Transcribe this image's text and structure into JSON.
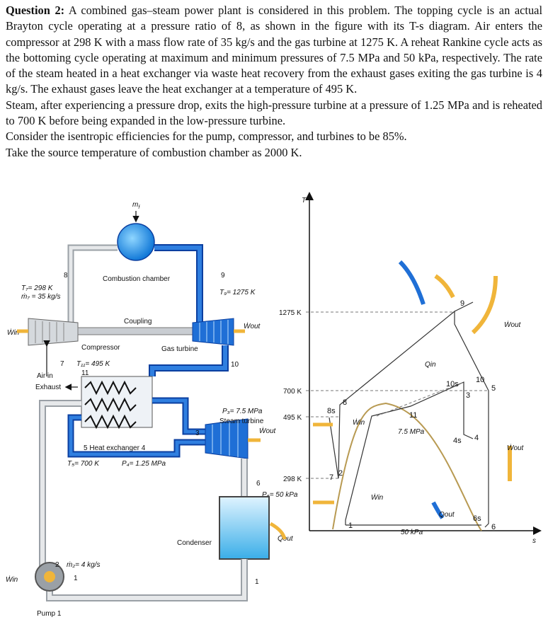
{
  "question": {
    "heading": "Question 2:",
    "intro": "A combined gas–steam power plant is considered in this problem. The topping cycle is an actual Brayton cycle operating at a pressure ratio of 8, as shown in the figure with its T-s diagram. Air enters the compressor at 298 K with a mass flow rate of 35 kg/s and the gas turbine at 1275 K. A reheat Rankine cycle acts as the bottoming cycle operating at maximum and minimum pressures of 7.5 MPa and 50 kPa, respectively. The rate of the steam heated in a heat exchanger via waste heat recovery from the exhaust gases exiting the gas turbine is 4 kg/s. The exhaust gases leave the heat exchanger at a temperature of 495 K.",
    "para2": "Steam, after experiencing a pressure drop, exits the high-pressure turbine at a pressure of 1.25 MPa and is reheated to 700 K before being expanded in the low-pressure turbine.",
    "para3": "Consider the isentropic efficiencies for the pump, compressor, and turbines to be 85%.",
    "para4": "Take the source temperature of combustion chamber as 2000 K."
  },
  "schematic": {
    "fuel": "m",
    "fuel_sub": "f",
    "combustion_chamber": "Combustion chamber",
    "state8": "8",
    "state9": "9",
    "T7": "T₇= 298 K",
    "m7": "ṁ₇ = 35 kg/s",
    "T9": "T₉= 1275 K",
    "coupling": "Coupling",
    "compressor": "Compressor",
    "gas_turbine": "Gas turbine",
    "w_in": "Ẇin",
    "w_out": "Ẇout",
    "state7": "7",
    "T11": "T₁₁= 495 K",
    "state11": "11",
    "state10": "10",
    "air_in": "Air in",
    "exhaust": "Exhaust",
    "P3": "P₃= 7.5 MPa",
    "steam_turbine": "Steam turbine",
    "state3": "3",
    "state5": "5",
    "state4": "4",
    "heat_exchanger": "Heat exchanger",
    "T5": "T₅= 700 K",
    "P4": "P₄= 1.25 MPa",
    "w_out2": "Ẇout",
    "state6": "6",
    "P6": "P₆= 50 kPa",
    "q_out": "Q̇out",
    "condenser": "Condenser",
    "state2": "2",
    "m2": "ṁ₂= 4 kg/s",
    "w_in2": "Ẇin",
    "state1": "1",
    "pump": "Pump 1"
  },
  "ts_diagram": {
    "y_axis": "T",
    "x_axis": "s",
    "t_1275": "1275 K",
    "t_700": "700 K",
    "t_495": "495 K",
    "t_298": "298 K",
    "p_high": "7.5 MPa",
    "p_low": "50 kPa",
    "q_in": "Qin",
    "q_out": "Qout",
    "w_out_top": "Ẇout",
    "w_out_right": "Ẇout",
    "w_in_left": "Ẇin",
    "w_in_bottom": "Ẇin",
    "points": {
      "p1": "1",
      "p2": "2",
      "p3": "3",
      "p4": "4",
      "p4s": "4s",
      "p5": "5",
      "p6": "6",
      "p6s": "6s",
      "p7": "7",
      "p8": "8",
      "p8s": "8s",
      "p9": "9",
      "p10": "10",
      "p10s": "10s",
      "p11": "11"
    }
  },
  "colors": {
    "pipe_blue": "#1f6fd6",
    "dark_blue": "#0b3fa0",
    "pipe_gray": "#c8ccd0",
    "dome": "#c4a060",
    "arrow_yellow": "#f0b53a"
  }
}
